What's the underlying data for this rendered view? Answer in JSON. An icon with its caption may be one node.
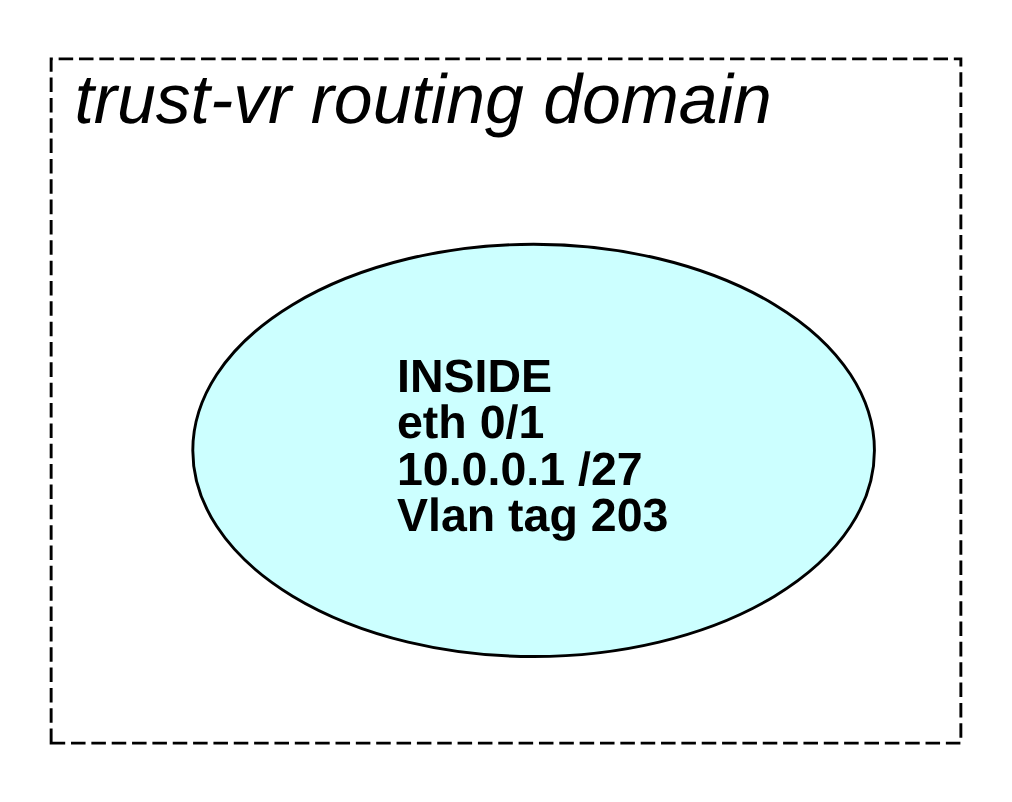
{
  "diagram": {
    "nodes": [
      {
        "text": [
          "trust-vr routing domain"
        ]
      },
      {
        "text": [
          "INSIDE",
          "eth 0/1",
          "10.0.0.1 /27",
          "Vlan tag 203"
        ],
        "in": 0
      }
    ]
  }
}
